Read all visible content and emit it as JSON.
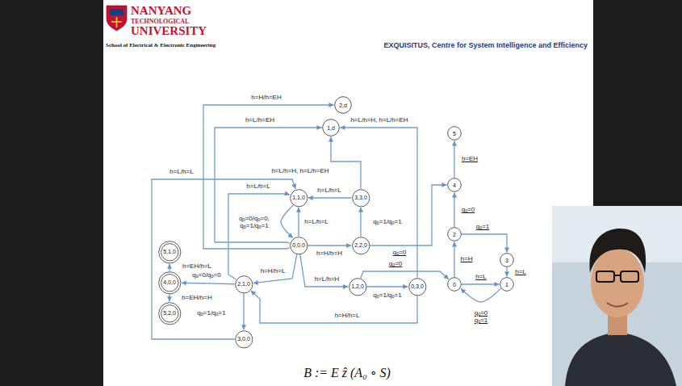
{
  "diagram": {
    "title": "EXQUISITUS, Centre for System Intelligence and Efficiency",
    "nodes": [
      {
        "text": [
          "2,d"
        ]
      },
      {
        "text": [
          "1,d"
        ]
      },
      {
        "text": [
          "1,1,0"
        ]
      },
      {
        "text": [
          "3,3,0"
        ]
      },
      {
        "text": [
          "0,0,0"
        ]
      },
      {
        "text": [
          "2,2,0"
        ]
      },
      {
        "text": [
          "5,1,0"
        ]
      },
      {
        "text": [
          "4,0,0"
        ]
      },
      {
        "text": [
          "2,1,0"
        ]
      },
      {
        "text": [
          "1,2,0"
        ]
      },
      {
        "text": [
          "0,3,0"
        ]
      },
      {
        "text": [
          "5,2,0"
        ]
      },
      {
        "text": [
          "3,0,0"
        ]
      },
      {
        "text": [
          "5"
        ]
      },
      {
        "text": [
          "4"
        ]
      },
      {
        "text": [
          "2"
        ]
      },
      {
        "text": [
          "3"
        ]
      },
      {
        "text": [
          "0"
        ]
      },
      {
        "text": [
          "1"
        ]
      }
    ],
    "edges": [
      {
        "from": 4,
        "to": 0,
        "arrow": "to",
        "label": "h=H/h=EH"
      },
      {
        "from": 4,
        "to": 1,
        "arrow": "to",
        "label": "h=L/h=EH"
      },
      {
        "from": 10,
        "to": 1,
        "arrow": "to",
        "label": "h=L/h=H, h=L/h=EH"
      },
      {
        "from": 3,
        "to": 1,
        "arrow": "to",
        "label": "h=L/h=H, h=L/h=EH"
      },
      {
        "from": 3,
        "to": 2,
        "arrow": "to",
        "label": "h=L/h=L"
      },
      {
        "from": 5,
        "to": 3,
        "arrow": "to",
        "label": "qₒ=1/qₒ=1"
      },
      {
        "from": 2,
        "to": 4,
        "arrow": "to",
        "label": "qₒ=0/qₒ=0, qₒ=1/qₒ=1"
      },
      {
        "from": 4,
        "to": 2,
        "arrow": "to",
        "label": "h=L/h=L"
      },
      {
        "from": 4,
        "to": 5,
        "arrow": "to",
        "label": "h=H/h=H"
      },
      {
        "from": 5,
        "to": 14,
        "arrow": "to",
        "label": "qₒ=0"
      },
      {
        "from": 4,
        "to": 8,
        "arrow": "to",
        "label": "h=H/h=L"
      },
      {
        "from": 4,
        "to": 9,
        "arrow": "to",
        "label": "h=L/h=H"
      },
      {
        "from": 9,
        "to": 10,
        "arrow": "to",
        "label": "qₒ=1/qₒ=1"
      },
      {
        "from": 9,
        "to": 17,
        "arrow": "to",
        "label": "qₒ=0"
      },
      {
        "from": 10,
        "to": 8,
        "arrow": "to",
        "label": "h=H/h=L"
      },
      {
        "from": 8,
        "to": 12,
        "arrow": "to",
        "label": "qₒ=1/qₒ=1"
      },
      {
        "from": 8,
        "to": 7,
        "arrow": "to",
        "label": "qₒ=0/qₒ=0"
      },
      {
        "from": 7,
        "to": 6,
        "arrow": "to",
        "label": "h=EH/h=L"
      },
      {
        "from": 7,
        "to": 11,
        "arrow": "to",
        "label": "h=EH/h=H"
      },
      {
        "from": 12,
        "to": 2,
        "arrow": "to",
        "label": "h=L/h=L"
      },
      {
        "from": 8,
        "to": 2,
        "arrow": "to",
        "label": "h=L/h=L"
      },
      {
        "from": 14,
        "to": 13,
        "arrow": "to",
        "label": "h=EH"
      },
      {
        "from": 15,
        "to": 14,
        "arrow": "to",
        "label": "qₒ=0"
      },
      {
        "from": 15,
        "to": 16,
        "arrow": "to",
        "label": "qₒ=1"
      },
      {
        "from": 16,
        "to": 18,
        "arrow": "to",
        "label": "h=L"
      },
      {
        "from": 17,
        "to": 15,
        "arrow": "to",
        "label": "h=H"
      },
      {
        "from": 17,
        "to": 18,
        "arrow": "to",
        "label": "h=L"
      },
      {
        "from": 18,
        "to": 17,
        "arrow": "to",
        "label": "qₒ=0 qₒ=1"
      }
    ],
    "labels": [
      "NANYANG",
      "TECHNOLOGICAL",
      "UNIVERSITY",
      "School of Electrical & Electronic Engineering",
      "B := E ẑ (A₀ ∘ S)"
    ]
  }
}
